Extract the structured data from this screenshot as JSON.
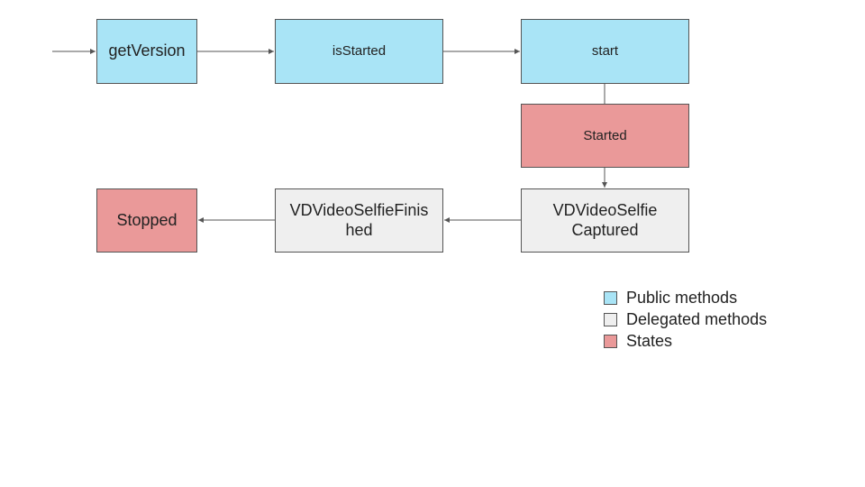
{
  "nodes": {
    "get_version": "getVersion",
    "is_started": "isStarted",
    "start": "start",
    "started": "Started",
    "video_selfie_captured_line1": "VDVideoSelfie",
    "video_selfie_captured_line2": "Captured",
    "video_selfie_finished_line1": "VDVideoSelfieFinis",
    "video_selfie_finished_line2": "hed",
    "stopped": "Stopped"
  },
  "legend": {
    "public": "Public methods",
    "delegated": "Delegated methods",
    "states": "States"
  },
  "colors": {
    "public": "#a9e4f6",
    "delegated": "#efefef",
    "state": "#ea9999",
    "line": "#555555"
  }
}
